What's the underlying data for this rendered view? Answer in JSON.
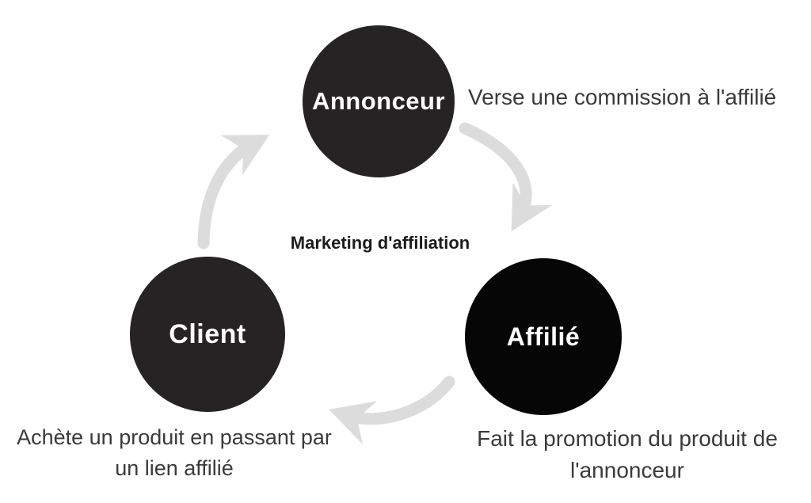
{
  "title": "Marketing d'affiliation",
  "nodes": [
    {
      "id": "annonceur",
      "label": "Annonceur",
      "caption": "Verse une commission à l'affilié"
    },
    {
      "id": "affilie",
      "label": "Affilié",
      "caption": "Fait la promotion du produit de l'annonceur"
    },
    {
      "id": "client",
      "label": "Client",
      "caption": "Achète un produit en passant par un lien affilié"
    }
  ],
  "edges": [
    {
      "from": "Annonceur",
      "to": "Affilié"
    },
    {
      "from": "Affilié",
      "to": "Client"
    },
    {
      "from": "Client",
      "to": "Annonceur"
    }
  ],
  "colors": {
    "background": "#ffffff",
    "node_dark": "#262324",
    "node_black": "#060606",
    "node_label": "#ffffff",
    "arrow": "#dcdcdc",
    "caption_text": "#3a3a3a",
    "title_text": "#1c1c1c"
  }
}
